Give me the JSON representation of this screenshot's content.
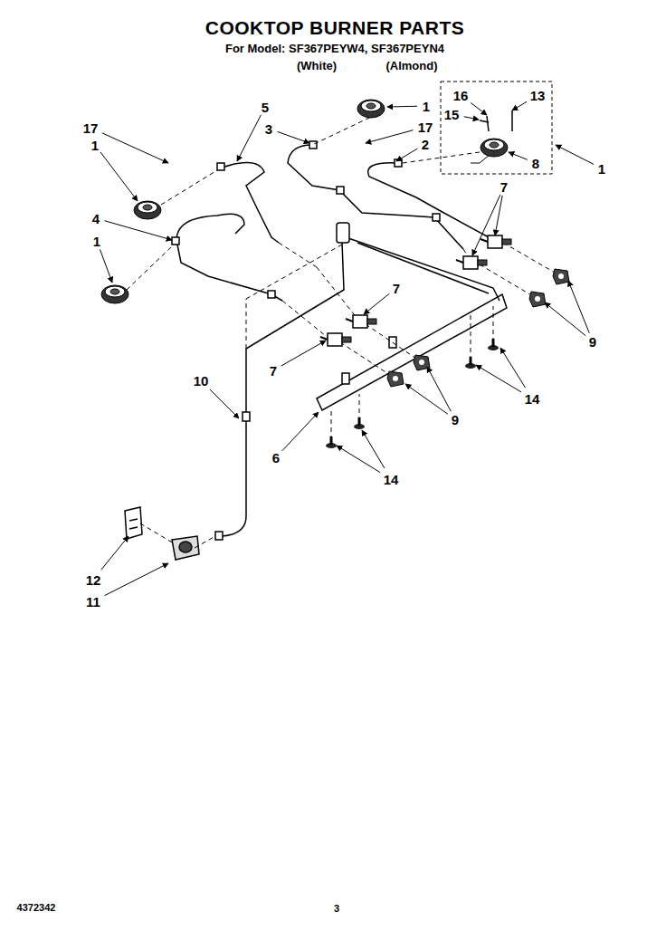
{
  "diagram": {
    "title": "COOKTOP BURNER PARTS",
    "labels": [
      "For Model: SF367PEYW4, SF367PEYN4",
      "(White)",
      "(Almond)",
      "5",
      "1",
      "16",
      "13",
      "15",
      "17",
      "3",
      "17",
      "2",
      "1",
      "8",
      "1",
      "7",
      "4",
      "1",
      "7",
      "9",
      "7",
      "10",
      "14",
      "9",
      "6",
      "14",
      "12",
      "11",
      "4372342",
      "3"
    ]
  }
}
